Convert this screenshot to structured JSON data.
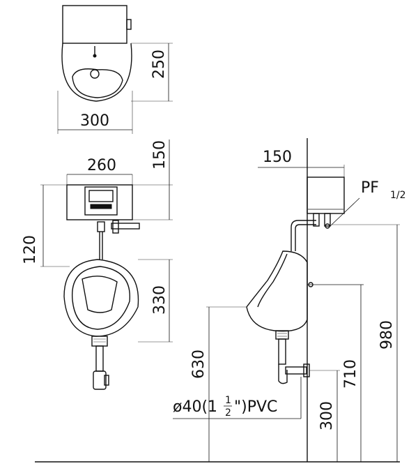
{
  "dimensions": {
    "tank_depth": "250",
    "tank_width": "300",
    "panel_width": "260",
    "panel_height": "150",
    "panel_to_bowl": "120",
    "bowl_height": "330",
    "side_tank_width": "150",
    "floor_to_rim": "630",
    "floor_to_spud": "710",
    "floor_to_supply": "980",
    "floor_to_waste": "300"
  },
  "labels": {
    "pipe_thread": "PF",
    "pipe_thread_sub": "1/2",
    "drain_spec": "ø40(1",
    "drain_num": "1",
    "drain_den": "2",
    "drain_suffix": "\")PVC"
  }
}
